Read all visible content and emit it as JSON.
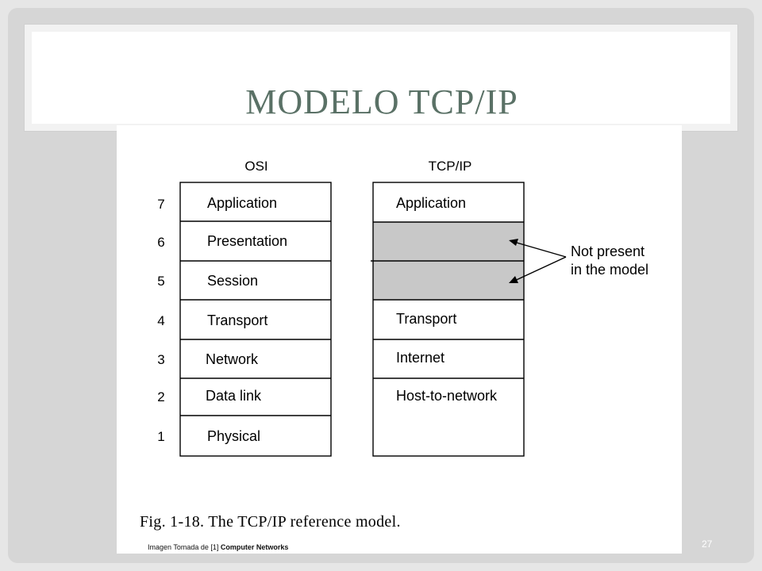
{
  "slide": {
    "title": "MODELO TCP/IP",
    "page_number": "27"
  },
  "figure": {
    "osi_header": "OSI",
    "tcpip_header": "TCP/IP",
    "osi_layers": [
      {
        "number": "7",
        "label": "Application"
      },
      {
        "number": "6",
        "label": "Presentation"
      },
      {
        "number": "5",
        "label": "Session"
      },
      {
        "number": "4",
        "label": "Transport"
      },
      {
        "number": "3",
        "label": "Network"
      },
      {
        "number": "2",
        "label": "Data link"
      },
      {
        "number": "1",
        "label": "Physical"
      }
    ],
    "tcpip_layers": {
      "application": "Application",
      "transport": "Transport",
      "internet": "Internet",
      "host_to_network": "Host-to-network"
    },
    "annotation_line1": "Not present",
    "annotation_line2": "in the model",
    "caption": "Fig. 1-18. The TCP/IP reference model.",
    "credit_prefix": "Imagen Tomada de [1] ",
    "credit_source": "Computer Networks"
  },
  "colors": {
    "title": "#5a7166",
    "shaded_layer": "#c8c8c8",
    "slide_background": "#d6d6d6"
  }
}
